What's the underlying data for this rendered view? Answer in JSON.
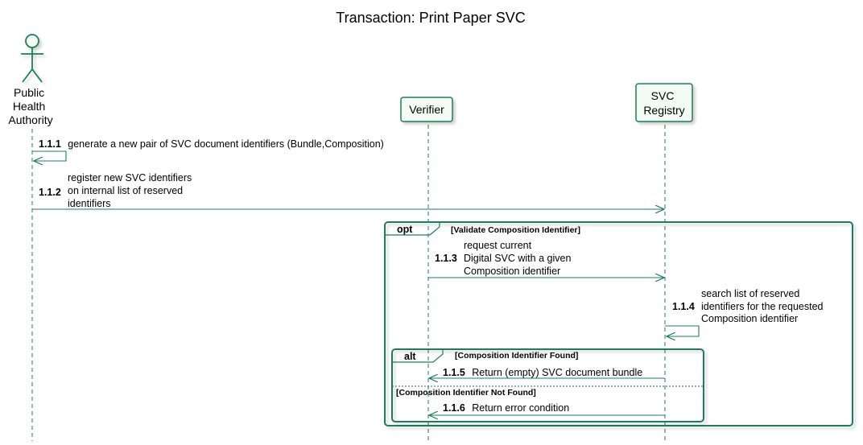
{
  "title": "Transaction: Print Paper SVC",
  "participants": {
    "pha": {
      "lines": [
        "Public",
        "Health",
        "Authority"
      ],
      "kind": "actor"
    },
    "verifier": {
      "lines": [
        "Verifier"
      ],
      "kind": "box"
    },
    "registry": {
      "lines": [
        "SVC",
        "Registry"
      ],
      "kind": "box"
    }
  },
  "messages": [
    {
      "num": "1.1.1",
      "lines": [
        "generate a new pair of SVC document identifiers (Bundle,Composition)"
      ]
    },
    {
      "num": "1.1.2",
      "lines": [
        "register new SVC identifiers",
        "on internal list of reserved",
        "identifiers"
      ]
    },
    {
      "num": "1.1.3",
      "lines": [
        "request current",
        "Digital SVC with a given",
        "Composition identifier"
      ]
    },
    {
      "num": "1.1.4",
      "lines": [
        "search list of reserved",
        "identifiers for the requested",
        "Composition identifier"
      ]
    },
    {
      "num": "1.1.5",
      "lines": [
        "Return (empty) SVC document bundle"
      ]
    },
    {
      "num": "1.1.6",
      "lines": [
        "Return error condition"
      ]
    }
  ],
  "frames": {
    "opt": {
      "label": "opt",
      "guard": "[Validate Composition Identifier]"
    },
    "alt": {
      "label": "alt",
      "guard": "[Composition Identifier Found]",
      "else_guard": "[Composition Identifier Not Found]"
    }
  },
  "colors": {
    "line": "#1e7d5a",
    "box_fill": "#f3fbf6"
  }
}
